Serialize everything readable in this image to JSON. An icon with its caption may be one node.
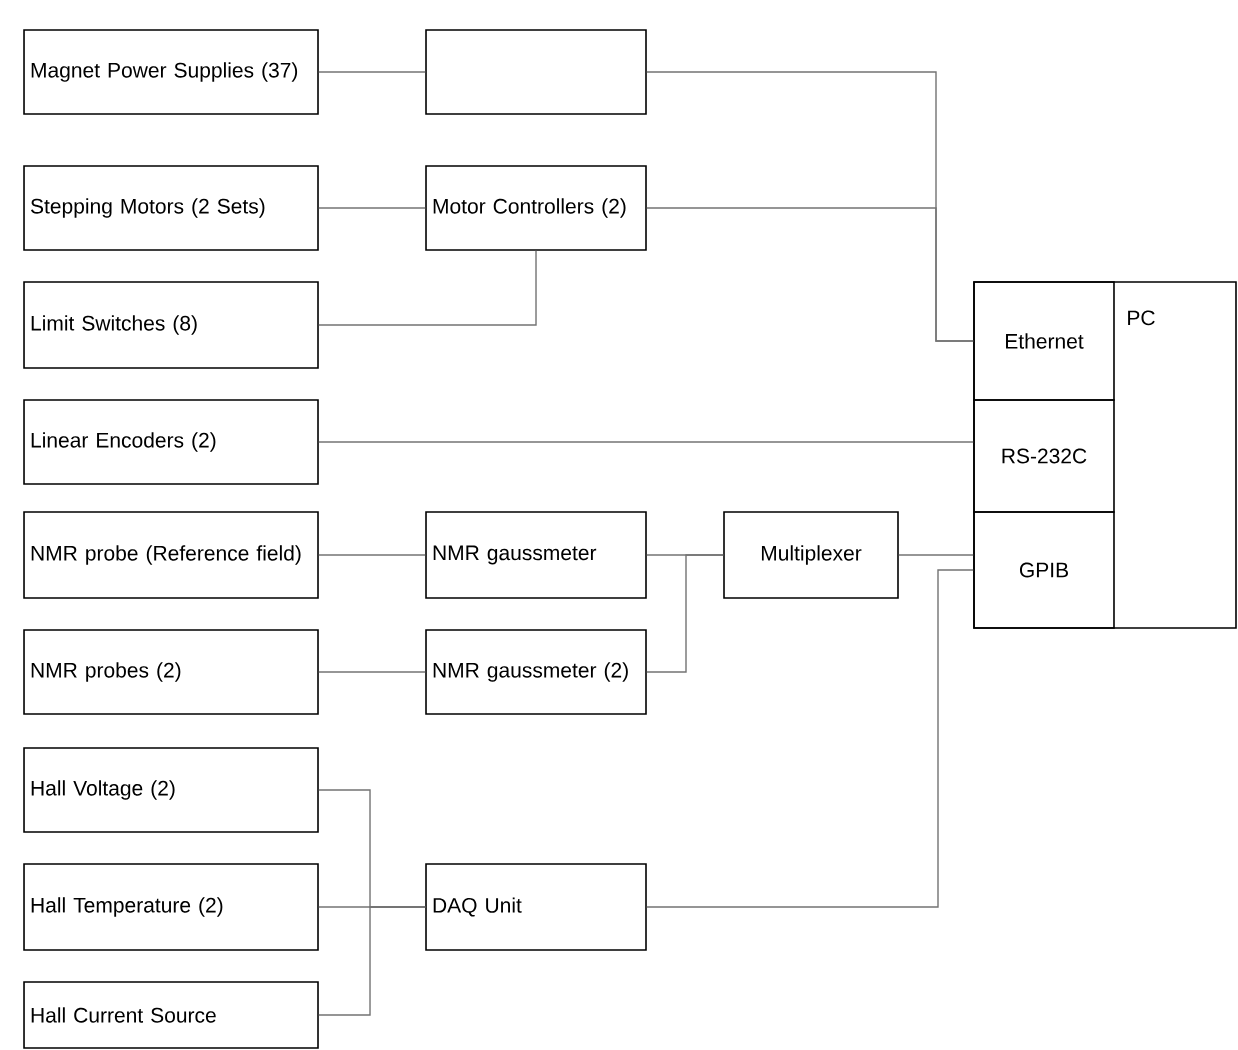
{
  "diagram": {
    "nodes": [
      {
        "text": [
          "Magnet Power Supplies (37)"
        ]
      },
      {
        "text": [],
        "shape": "box"
      },
      {
        "text": [
          "Stepping Motors (2 Sets)"
        ]
      },
      {
        "text": [
          "Motor Controllers (2)"
        ]
      },
      {
        "text": [
          "Limit Switches (8)"
        ]
      },
      {
        "text": [
          "PC"
        ]
      },
      {
        "text": [
          "Ethernet"
        ],
        "in": 5
      },
      {
        "text": [
          "RS-232C"
        ],
        "in": 5
      },
      {
        "text": [
          "Linear Encoders (2)"
        ]
      },
      {
        "text": [
          "NMR probe (Reference field)"
        ]
      },
      {
        "text": [
          "NMR gaussmeter"
        ]
      },
      {
        "text": [
          "Multiplexer"
        ]
      },
      {
        "text": [
          "GPIB"
        ],
        "in": 5
      },
      {
        "text": [
          "NMR probes (2)"
        ]
      },
      {
        "text": [
          "NMR gaussmeter (2)"
        ]
      },
      {
        "text": [
          "Hall Voltage (2)"
        ]
      },
      {
        "text": [
          "Hall Temperature (2)"
        ]
      },
      {
        "text": [
          "DAQ Unit"
        ]
      },
      {
        "text": [
          "Hall Current Source"
        ]
      }
    ],
    "edges": [
      {
        "from": 0,
        "to": 1,
        "arrow": "none"
      },
      {
        "from": 1,
        "to": 6,
        "arrow": "none"
      },
      {
        "from": 2,
        "to": 3,
        "arrow": "none"
      },
      {
        "from": 3,
        "to": 6,
        "arrow": "none"
      },
      {
        "from": 4,
        "to": 3,
        "arrow": "none"
      },
      {
        "from": 8,
        "to": 7,
        "arrow": "none"
      },
      {
        "from": 9,
        "to": 10,
        "arrow": "none"
      },
      {
        "from": 10,
        "to": 11,
        "arrow": "none"
      },
      {
        "from": 13,
        "to": 14,
        "arrow": "none"
      },
      {
        "from": 14,
        "to": 11,
        "arrow": "none"
      },
      {
        "from": 11,
        "to": 12,
        "arrow": "none"
      },
      {
        "from": 17,
        "to": 12,
        "arrow": "none"
      },
      {
        "from": 15,
        "to": 17,
        "arrow": "none"
      },
      {
        "from": 16,
        "to": 17,
        "arrow": "none"
      },
      {
        "from": 18,
        "to": 17,
        "arrow": "none"
      }
    ]
  }
}
